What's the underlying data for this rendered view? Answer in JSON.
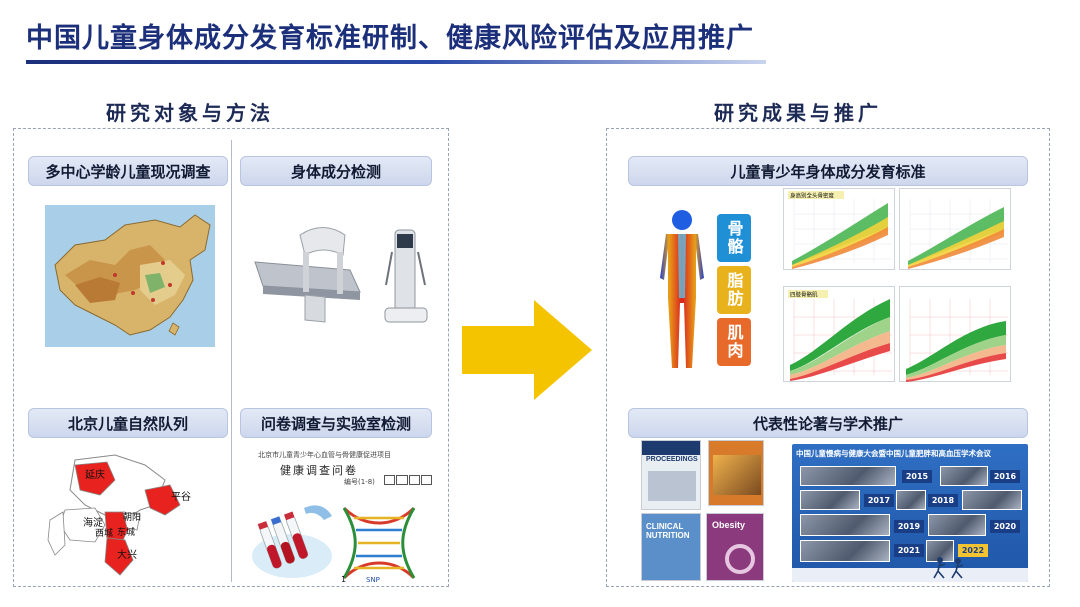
{
  "page": {
    "title": "中国儿童身体成分发育标准研制、健康风险评估及应用推广"
  },
  "left": {
    "heading": "研究对象与方法",
    "tags": [
      "多中心学龄儿童现况调查",
      "身体成分检测",
      "北京儿童自然队列",
      "问卷调查与实验室检测"
    ],
    "beijing_map_labels": [
      "延庆",
      "平谷",
      "海淀",
      "朝阳",
      "西城",
      "东城",
      "大兴"
    ],
    "questionnaire": {
      "header": "北京市儿童青少年心血管与骨健康促进项目",
      "title": "健康调查问卷",
      "number_label": "编号(1-8)"
    },
    "dna_labels": [
      "1",
      "SNP"
    ]
  },
  "right": {
    "heading": "研究成果与推广",
    "tags": [
      "儿童青少年身体成分发育标准",
      "代表性论著与学术推广"
    ],
    "component_labels": [
      {
        "text": "骨骼",
        "color": "#1f8fd6"
      },
      {
        "text": "脂肪",
        "color": "#e8b21c"
      },
      {
        "text": "肌肉",
        "color": "#e86a2a"
      }
    ],
    "chart_titles": [
      "身高别全头骨密度",
      "四肢骨骼肌"
    ],
    "covers": [
      {
        "title": "PROCEEDINGS",
        "bg": "#e9eef3"
      },
      {
        "title": "",
        "bg": "#d77b2a"
      },
      {
        "title": "CLINICAL NUTRITION",
        "bg": "#5b8fc9"
      },
      {
        "title": "Obesity",
        "bg": "#8b3a7e"
      }
    ],
    "conference": {
      "header": "中国儿童慢病与健康大会暨中国儿童肥胖和高血压学术会议",
      "years": [
        "2015",
        "2016",
        "2017",
        "2018",
        "2019",
        "2020",
        "2021",
        "2022"
      ]
    }
  }
}
